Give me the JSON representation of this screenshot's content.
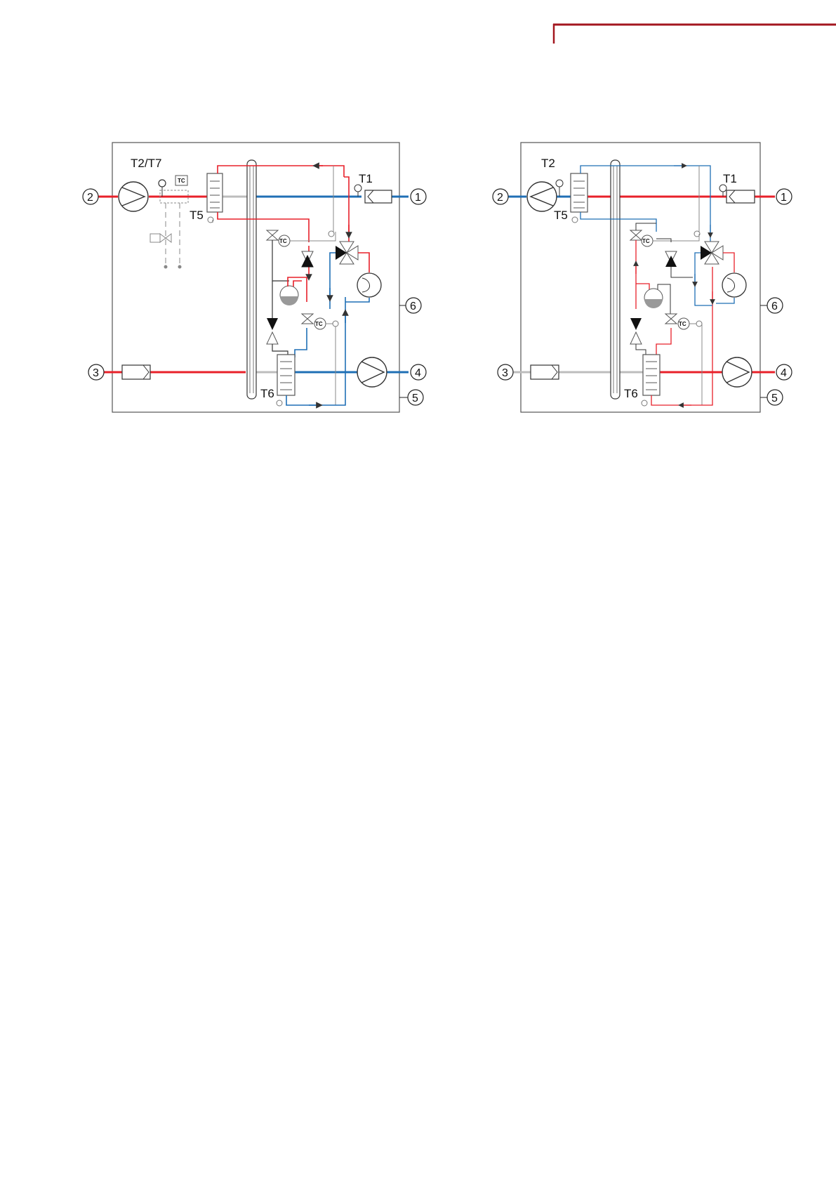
{
  "colors": {
    "hot": "#e8202a",
    "cold": "#1f6fb5",
    "neutral": "#bdbdbd",
    "line": "#333333",
    "accent": "#a3171f"
  },
  "left": {
    "sensors": {
      "t_top": "T2/T7",
      "t1": "T1",
      "t5": "T5",
      "t6": "T6"
    },
    "ports": {
      "p1": "1",
      "p2": "2",
      "p3": "3",
      "p4": "4",
      "p5": "5",
      "p6": "6"
    },
    "tc_labels": {
      "tc_a": "TC",
      "tc_b": "TC",
      "tc_c": "TC"
    }
  },
  "right": {
    "sensors": {
      "t_top": "T2",
      "t1": "T1",
      "t5": "T5",
      "t6": "T6"
    },
    "ports": {
      "p1": "1",
      "p2": "2",
      "p3": "3",
      "p4": "4",
      "p5": "5",
      "p6": "6"
    },
    "tc_labels": {
      "tc_b": "TC",
      "tc_c": "TC"
    }
  }
}
